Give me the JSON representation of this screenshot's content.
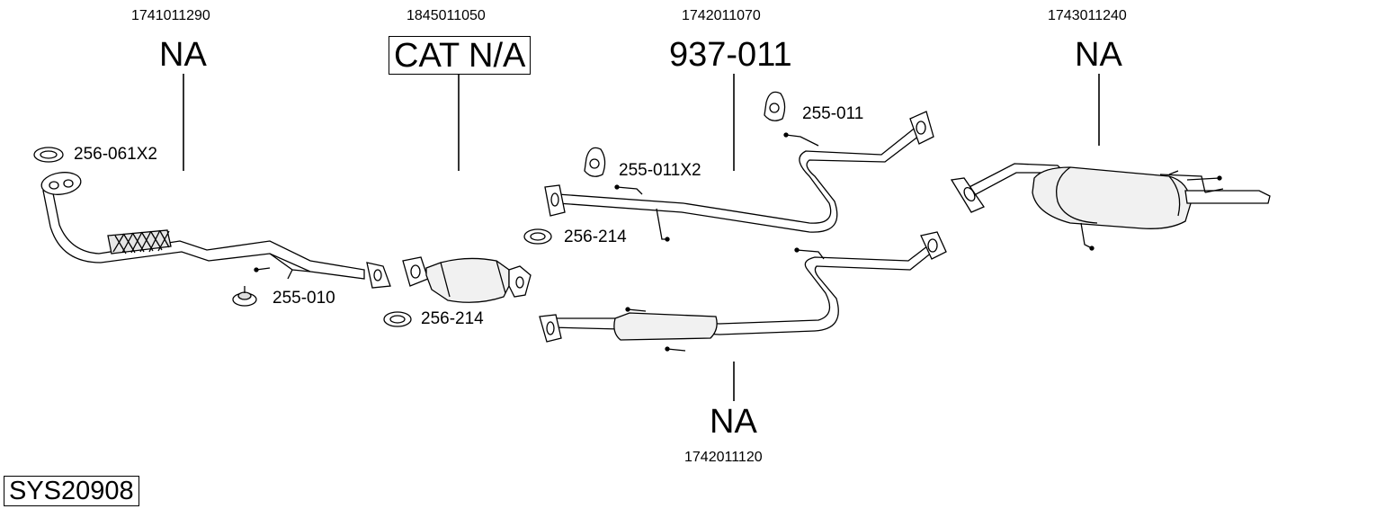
{
  "system_id": "SYS20908",
  "sections": [
    {
      "part_number": "1741011290",
      "reference": "NA"
    },
    {
      "part_number": "1845011050",
      "reference": "CAT N/A"
    },
    {
      "part_number": "1742011070",
      "reference": "937-011"
    },
    {
      "part_number": "1743011240",
      "reference": "NA"
    },
    {
      "part_number": "1742011120",
      "reference": "NA"
    }
  ],
  "fittings": [
    {
      "label": "256-061X2",
      "icon": "gasket-ring-icon"
    },
    {
      "label": "255-010",
      "icon": "rubber-mount-icon"
    },
    {
      "label": "256-214",
      "icon": "gasket-ring-icon"
    },
    {
      "label": "255-011X2",
      "icon": "rubber-hanger-icon"
    },
    {
      "label": "256-214",
      "icon": "gasket-ring-icon"
    },
    {
      "label": "255-011",
      "icon": "rubber-hanger-icon"
    }
  ]
}
